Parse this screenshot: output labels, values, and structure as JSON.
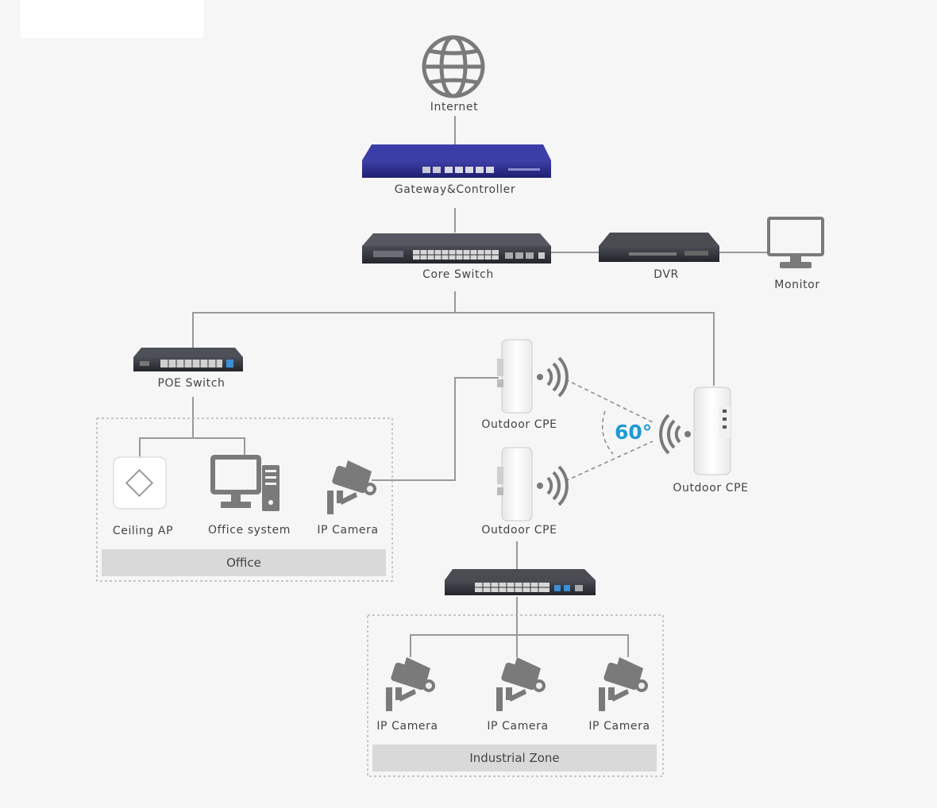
{
  "nodes": {
    "internet": "Internet",
    "gateway": "Gateway&Controller",
    "core_switch": "Core Switch",
    "dvr": "DVR",
    "monitor": "Monitor",
    "poe_switch": "POE Switch",
    "ceiling_ap": "Ceiling AP",
    "office_system": "Office system",
    "ip_camera_office": "IP Camera",
    "cpe_top": "Outdoor CPE",
    "cpe_bottom": "Outdoor CPE",
    "cpe_right": "Outdoor CPE",
    "ip_camera_1": "IP Camera",
    "ip_camera_2": "IP Camera",
    "ip_camera_3": "IP Camera"
  },
  "zones": {
    "office": "Office",
    "industrial": "Industrial Zone"
  },
  "angle": "60°",
  "colors": {
    "line": "#999999",
    "dashed_border": "#aaaaaa",
    "zone_title_bg": "#d9d9d9",
    "icon_gray": "#777777",
    "angle_blue": "#1e9ad6",
    "gateway_navy": "#2e2f8e"
  }
}
